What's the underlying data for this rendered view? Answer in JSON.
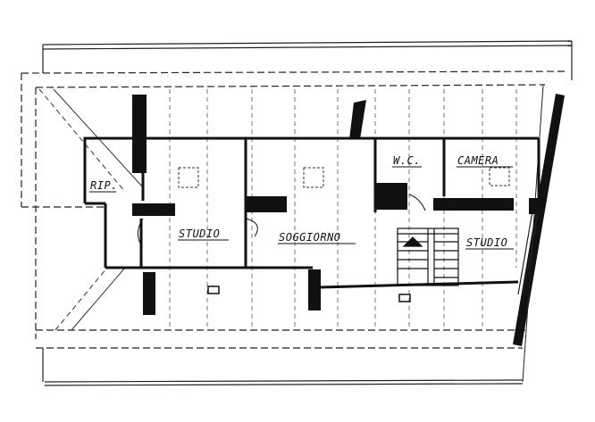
{
  "drawing": {
    "line_color": "#111111",
    "paper_color": "#ffffff",
    "rooms": [
      {
        "id": "rip",
        "label": "RIP."
      },
      {
        "id": "studio-left",
        "label": "STUDIO"
      },
      {
        "id": "soggiorno",
        "label": "SOGGIORNO"
      },
      {
        "id": "wc",
        "label": "W.C."
      },
      {
        "id": "camera",
        "label": "CAMERA"
      },
      {
        "id": "studio-right",
        "label": "STUDIO"
      }
    ]
  }
}
